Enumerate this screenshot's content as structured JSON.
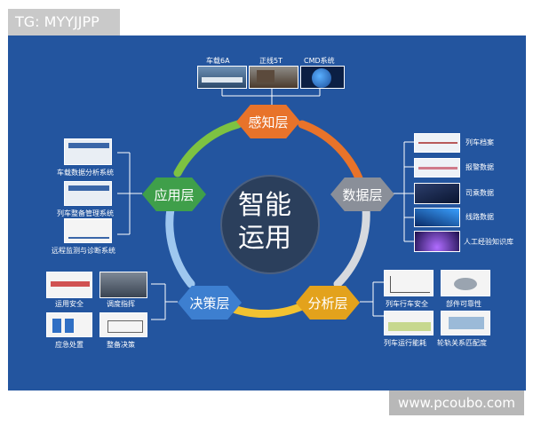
{
  "tag": "TG: MYYJJPP",
  "watermark": "www.pcoubo.com",
  "center": {
    "line1": "智能",
    "line2": "运用"
  },
  "layers": {
    "perception": "感知层",
    "data": "数据层",
    "analysis": "分析层",
    "decision": "决策层",
    "application": "应用层"
  },
  "perception_items": [
    "车载6A",
    "正线5T",
    "CMD系统"
  ],
  "data_items": [
    "列车档案",
    "报警数据",
    "司乘数据",
    "线路数据",
    "人工经验知识库"
  ],
  "analysis_items": [
    "列车行车安全",
    "部件可靠性",
    "列车运行能耗",
    "轮轨关系匹配度"
  ],
  "decision_items": [
    "运用安全",
    "调度指挥",
    "应急处置",
    "整备决策"
  ],
  "application_items": [
    "车载数据分析系统",
    "列车整备管理系统",
    "远程监测与诊断系统"
  ],
  "colors": {
    "background": "#23559f",
    "perception": "#e8732a",
    "data": "#8a8f99",
    "analysis": "#e3a21c",
    "decision": "#3d7fd0",
    "application": "#3f9f4a",
    "center": "#2b3f5c"
  },
  "icons": [
    "train-image",
    "track-image",
    "earth-image",
    "chart-image",
    "screen-image"
  ]
}
